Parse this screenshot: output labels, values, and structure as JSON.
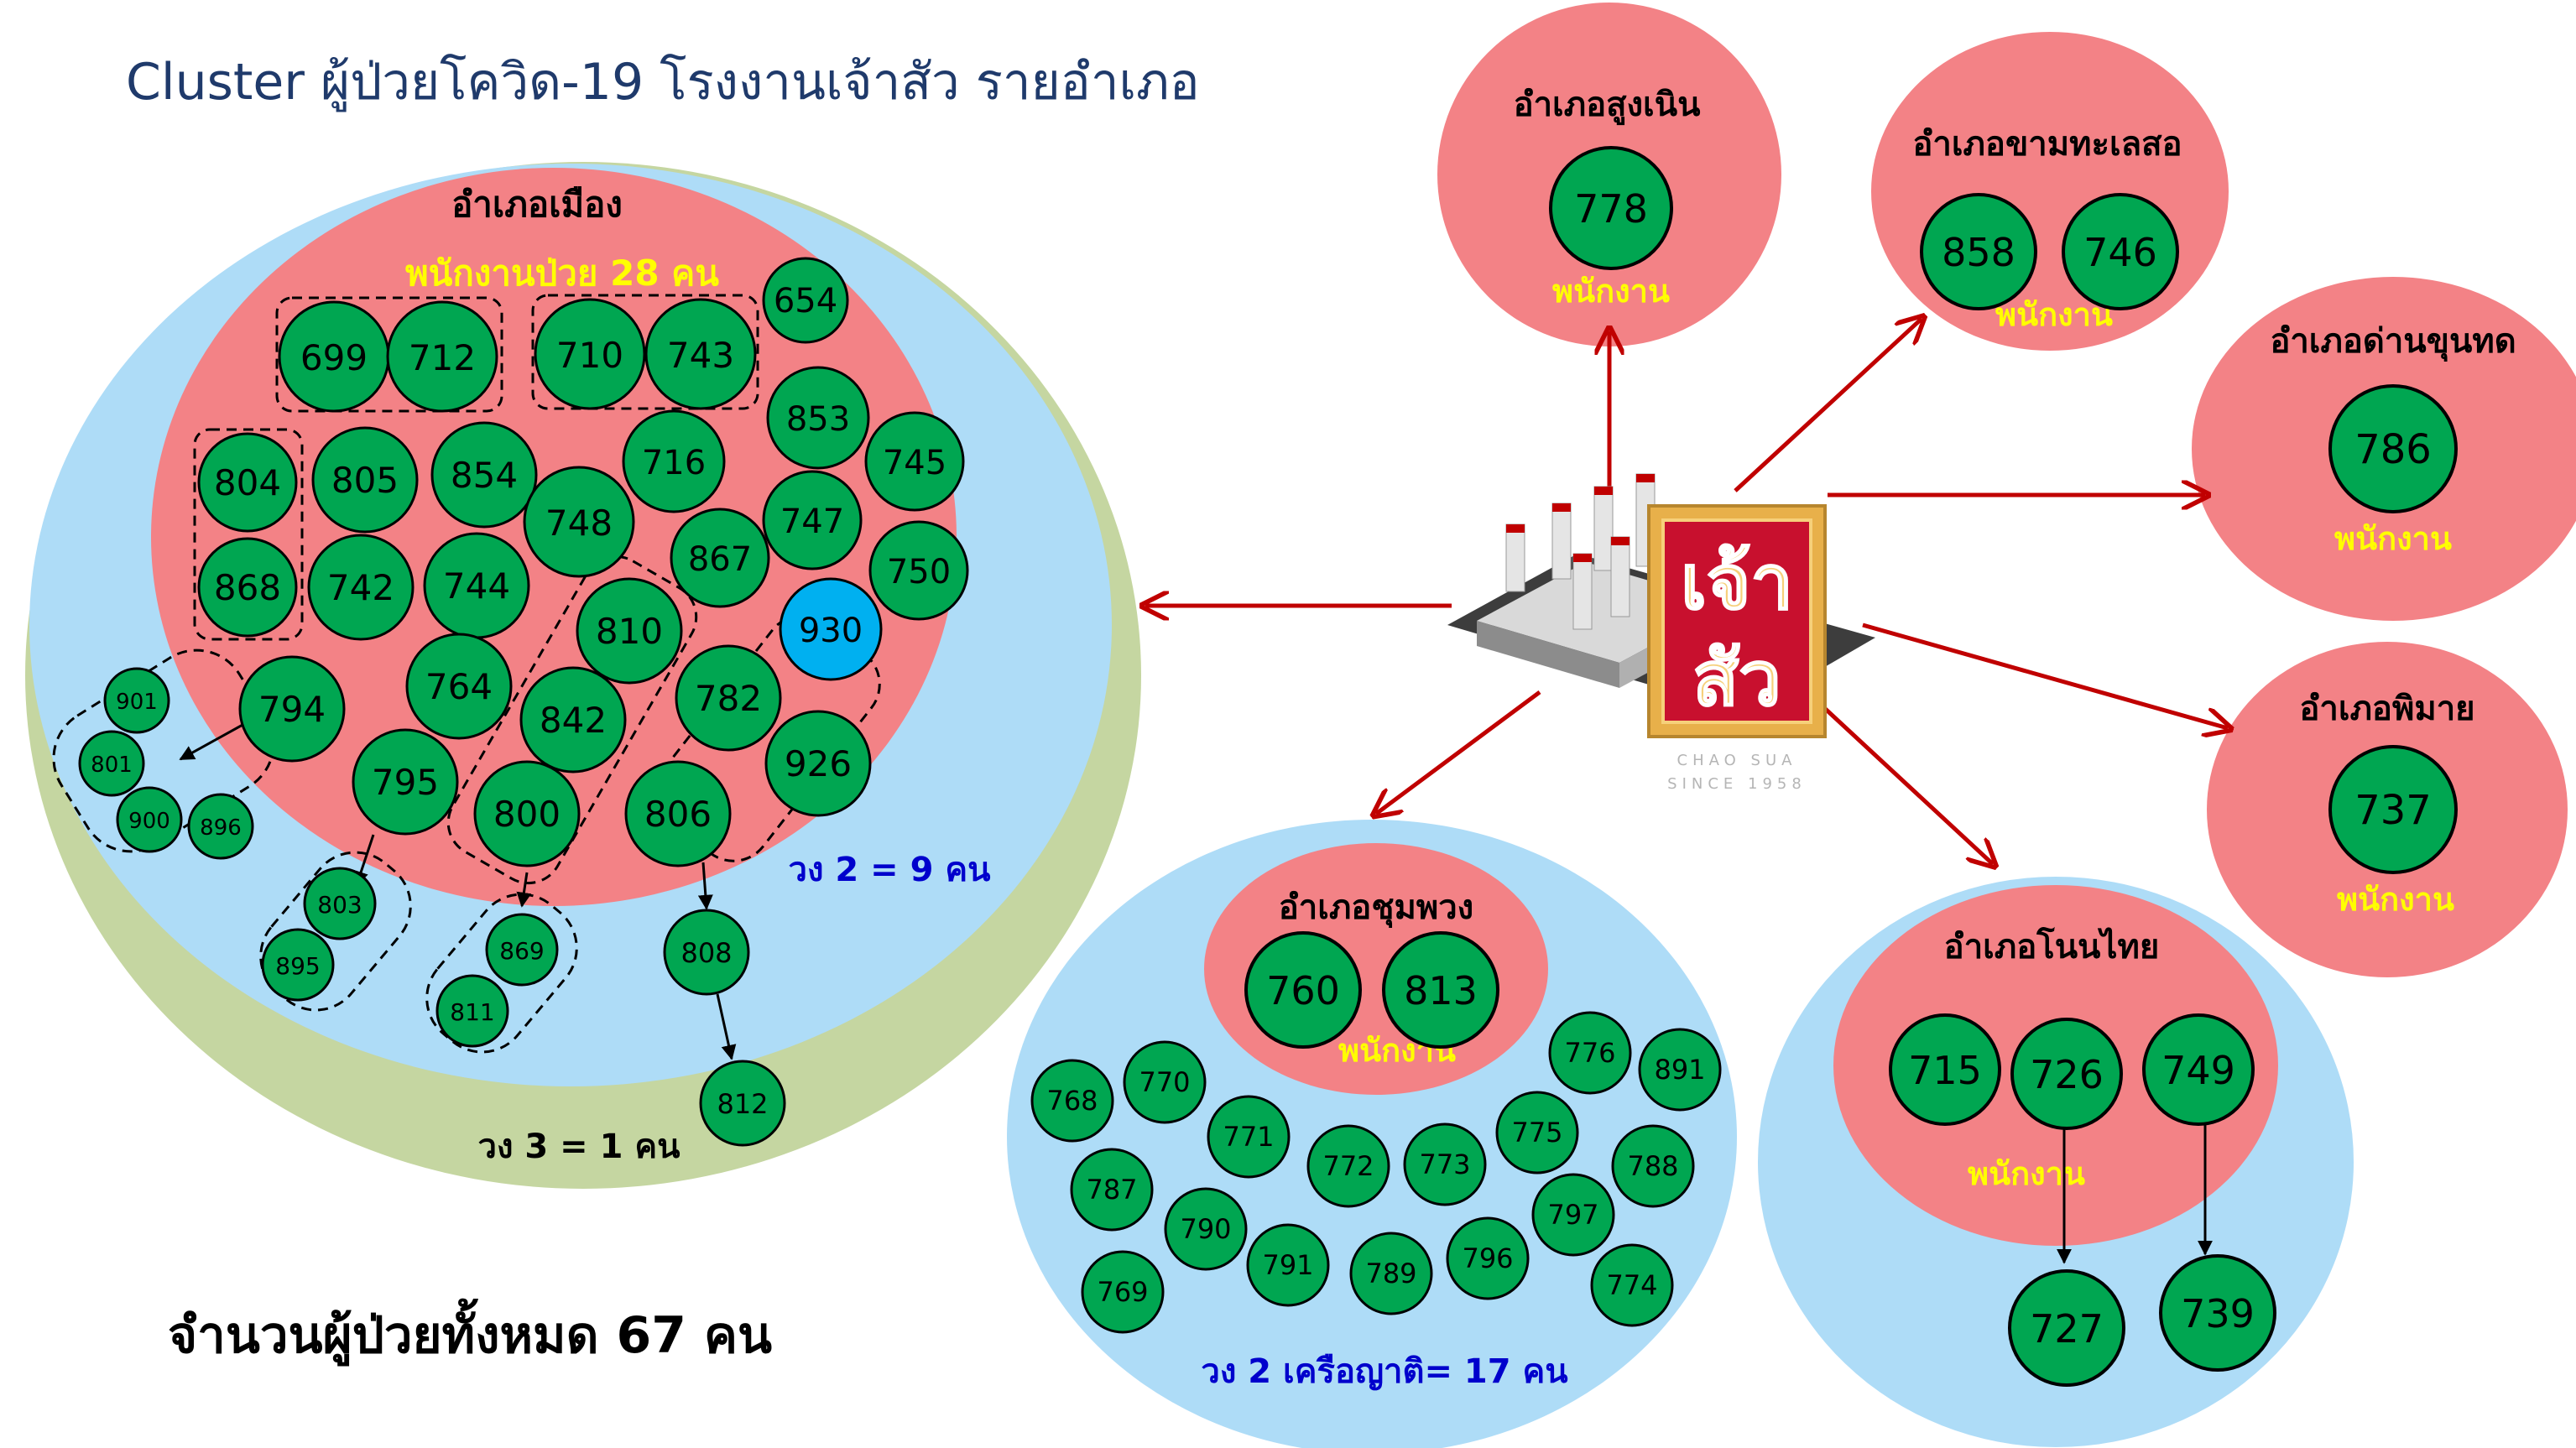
{
  "title": "Cluster ผู้ป่วยโควิด-19 โรงงานเจ้าสัว รายอำเภอ",
  "total_label": "จำนวนผู้ป่วยทั้งหมด 67 คน",
  "logo": {
    "word1": "เจ้า",
    "word2": "สัว",
    "brand": "CHAO SUA",
    "since": "SINCE 1958"
  },
  "muang": {
    "name": "อำเภอเมือง",
    "employee_label": "พนักงานป่วย 28 คน",
    "ring2_label": "วง 2 = 9 คน",
    "ring3_label": "วง 3 = 1 คน"
  },
  "sungnoen": {
    "name": "อำเภอสูงเนิน",
    "employee_label": "พนักงาน"
  },
  "khamthaleso": {
    "name": "อำเภอขามทะเลสอ",
    "employee_label": "พนักงาน"
  },
  "dankhunthot": {
    "name": "อำเภอด่านขุนทด",
    "employee_label": "พนักงาน"
  },
  "phimai": {
    "name": "อำเภอพิมาย",
    "employee_label": "พนักงาน"
  },
  "chumphuang": {
    "name": "อำเภอชุมพวง",
    "employee_label": "พนักงาน",
    "ring2_label": "วง 2 เครือญาติ= 17 คน"
  },
  "nonthai": {
    "name": "อำเภอโนนไทย",
    "employee_label": "พนักงาน"
  },
  "colors": {
    "employee_area": "#f38286",
    "ring2_area": "#aedcf7",
    "ring3_area": "#c5d6a1",
    "patient_node": "#00a651",
    "highlight_node": "#00b0f0",
    "connector": "#c00000",
    "title": "#1f3a6b"
  },
  "patients": {
    "654": "654",
    "699": "699",
    "712": "712",
    "710": "710",
    "743": "743",
    "853": "853",
    "745": "745",
    "804": "804",
    "805": "805",
    "854": "854",
    "716": "716",
    "748": "748",
    "747": "747",
    "867": "867",
    "750": "750",
    "868": "868",
    "742": "742",
    "744": "744",
    "930": "930",
    "810": "810",
    "794": "794",
    "764": "764",
    "782": "782",
    "842": "842",
    "795": "795",
    "926": "926",
    "800": "800",
    "806": "806",
    "901": "901",
    "801": "801",
    "900": "900",
    "896": "896",
    "803": "803",
    "895": "895",
    "869": "869",
    "811": "811",
    "808": "808",
    "812": "812",
    "778": "778",
    "858": "858",
    "746": "746",
    "786": "786",
    "737": "737",
    "760": "760",
    "813": "813",
    "776": "776",
    "891": "891",
    "768": "768",
    "770": "770",
    "771": "771",
    "775": "775",
    "772": "772",
    "773": "773",
    "788": "788",
    "787": "787",
    "790": "790",
    "797": "797",
    "791": "791",
    "789": "789",
    "796": "796",
    "774": "774",
    "769": "769",
    "715": "715",
    "726": "726",
    "749": "749",
    "727": "727",
    "739": "739"
  }
}
